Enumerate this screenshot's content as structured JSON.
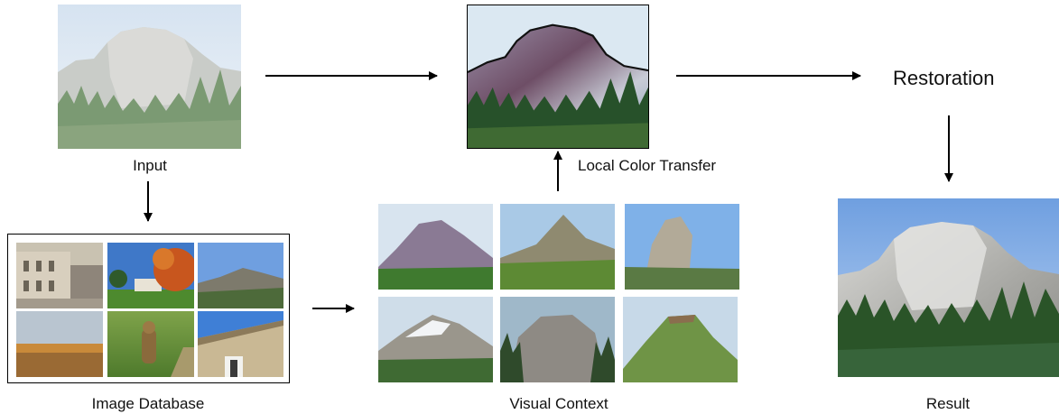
{
  "labels": {
    "input": "Input",
    "image_database": "Image Database",
    "visual_context": "Visual Context",
    "local_color_transfer": "Local Color Transfer",
    "restoration": "Restoration",
    "result": "Result"
  },
  "colors": {
    "sky_faded": "#dfe9f3",
    "sky_blue": "#8fb4e6",
    "rock_grey": "#b9b9b6",
    "tree_green": "#2f5a2b",
    "arrow": "#000000"
  }
}
